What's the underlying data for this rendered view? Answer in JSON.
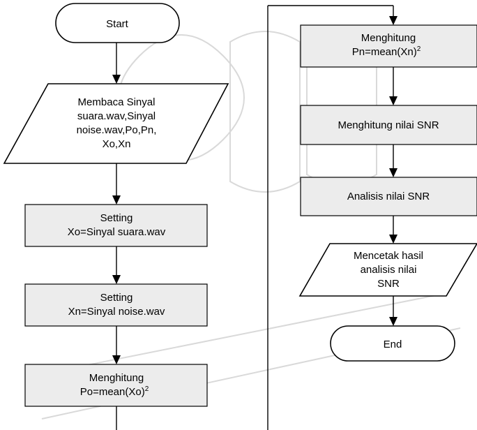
{
  "nodes": {
    "start": "Start",
    "read": [
      "Membaca Sinyal",
      "suara.wav,Sinyal",
      "noise.wav,Po,Pn,",
      "Xo,Xn"
    ],
    "setting_xo": [
      "Setting",
      "Xo=Sinyal suara.wav"
    ],
    "setting_xn": [
      "Setting",
      "Xn=Sinyal noise.wav"
    ],
    "compute_po": {
      "line1": "Menghitung",
      "line2": "Po=mean(Xo)",
      "sup": "2"
    },
    "compute_pn": {
      "line1": "Menghitung",
      "line2": "Pn=mean(Xn)",
      "sup": "2"
    },
    "compute_snr": "Menghitung nilai SNR",
    "analyze_snr": "Analisis nilai SNR",
    "print": [
      "Mencetak hasil",
      "analisis nilai",
      "SNR"
    ],
    "end": "End"
  }
}
